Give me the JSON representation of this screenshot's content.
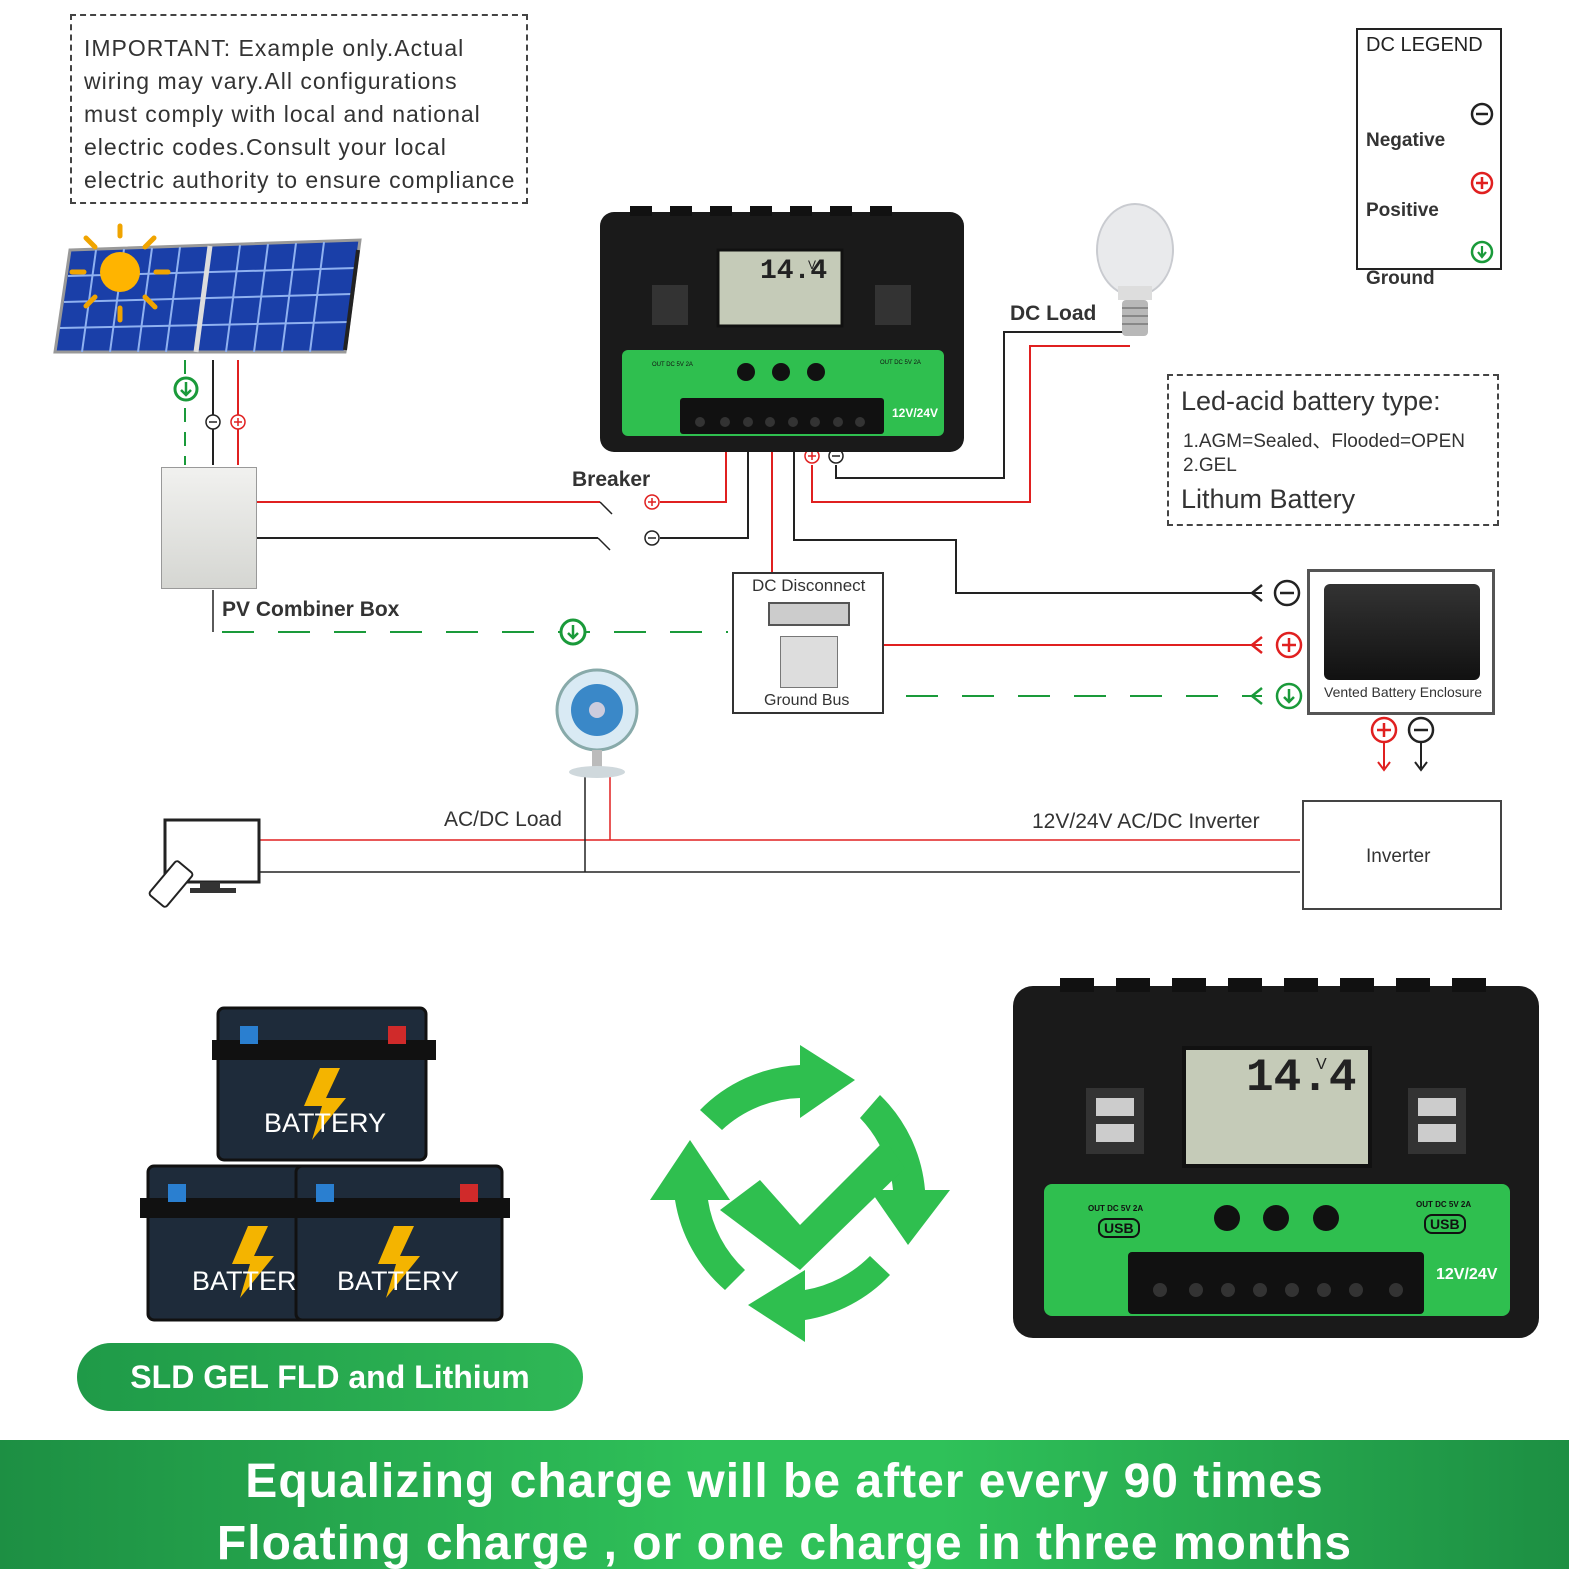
{
  "important_note": "IMPORTANT: Example only.Actual wiring may vary.All configurations must comply with local and national electric codes.Consult your local electric authority to ensure compliance",
  "legend": {
    "title": "DC LEGEND",
    "negative": "Negative",
    "positive": "Positive",
    "ground": "Ground",
    "colors": {
      "negative": "#222222",
      "positive": "#e02020",
      "ground": "#1a9a3a"
    }
  },
  "battery_types": {
    "title": "Led-acid battery type:",
    "line1": "1.AGM=Sealed、Flooded=OPEN",
    "line2": "2.GEL",
    "line3": "Lithum Battery"
  },
  "labels": {
    "dc_load": "DC Load",
    "breaker": "Breaker",
    "pv_combiner": "PV Combiner Box",
    "dc_disconnect": "DC Disconnect",
    "ground_bus": "Ground Bus",
    "vented_battery": "Vented Battery Enclosure",
    "ac_dc_load": "AC/DC Load",
    "inverter_label": "12V/24V AC/DC Inverter",
    "inverter": "Inverter"
  },
  "controller": {
    "display": "14.4",
    "unit": "V",
    "voltage_badge": "12V/24V",
    "usb_label": "OUT DC 5V 2A",
    "usb_text": "USB"
  },
  "battery_label": "BATTERY",
  "battery_short": "BATTER",
  "pill_text": "SLD GEL FLD and Lithium",
  "bottom": {
    "line1": "Equalizing charge will be after every 90 times",
    "line2": "Floating charge , or one charge in three months"
  },
  "colors": {
    "green": "#2fbf4f",
    "dark_green": "#1d8f43",
    "red": "#e02020"
  }
}
